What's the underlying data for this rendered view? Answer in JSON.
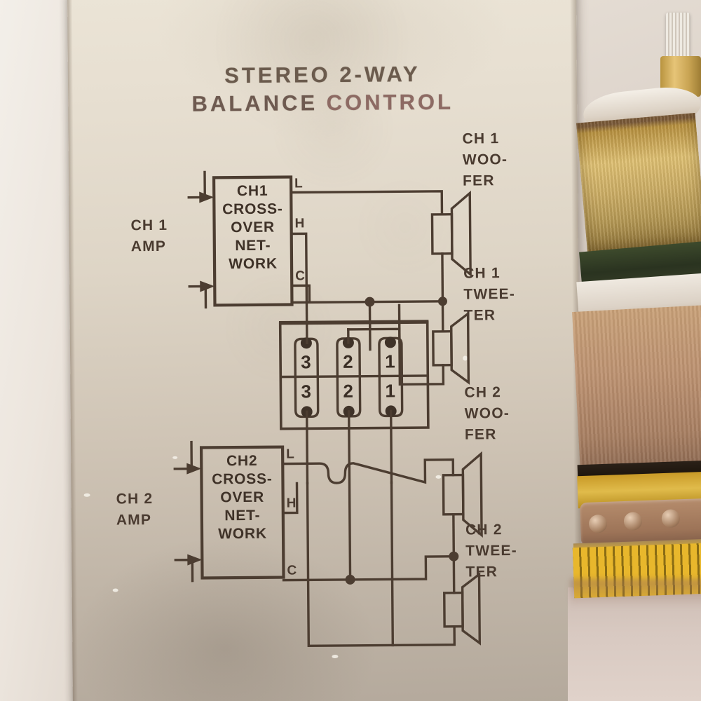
{
  "card": {
    "title_line1": "STEREO 2-WAY",
    "title_line2_a": "BALANCE ",
    "title_line2_b": "CONTROL",
    "ink_color": "#4a3b30",
    "paper_color": "#e7dfd1"
  },
  "diagram": {
    "type": "wiring-schematic",
    "boxes": [
      {
        "id": "ch1-crossover",
        "lines": [
          "CH1",
          "CROSS-",
          "OVER",
          "NET-",
          "WORK"
        ],
        "input_label": "CH 1\nAMP",
        "input_label_line1": "CH 1",
        "input_label_line2": "AMP",
        "terminals": [
          "L",
          "H",
          "C"
        ]
      },
      {
        "id": "ch2-crossover",
        "lines": [
          "CH2",
          "CROSS-",
          "OVER",
          "NET-",
          "WORK"
        ],
        "input_label_line1": "CH 2",
        "input_label_line2": "AMP",
        "terminals": [
          "L",
          "H",
          "C"
        ]
      }
    ],
    "speakers": [
      {
        "id": "ch1-woofer",
        "lines": [
          "CH 1",
          "WOO-",
          "FER"
        ]
      },
      {
        "id": "ch1-tweeter",
        "lines": [
          "CH 1",
          "TWEE-",
          "TER"
        ]
      },
      {
        "id": "ch2-woofer",
        "lines": [
          "CH 2",
          "WOO-",
          "FER"
        ]
      },
      {
        "id": "ch2-tweeter",
        "lines": [
          "CH 2",
          "TWEE-",
          "TER"
        ]
      }
    ],
    "terminal_block": {
      "rows": [
        {
          "row": "top",
          "terminals": [
            "3",
            "2",
            "1"
          ]
        },
        {
          "row": "bottom",
          "terminals": [
            "3",
            "2",
            "1"
          ]
        }
      ]
    }
  },
  "hardware": {
    "name": "balance-control-potentiometer",
    "shaft": "knurled-shaft",
    "body_color": "#cdae65",
    "base_color": "#e8b72c"
  }
}
